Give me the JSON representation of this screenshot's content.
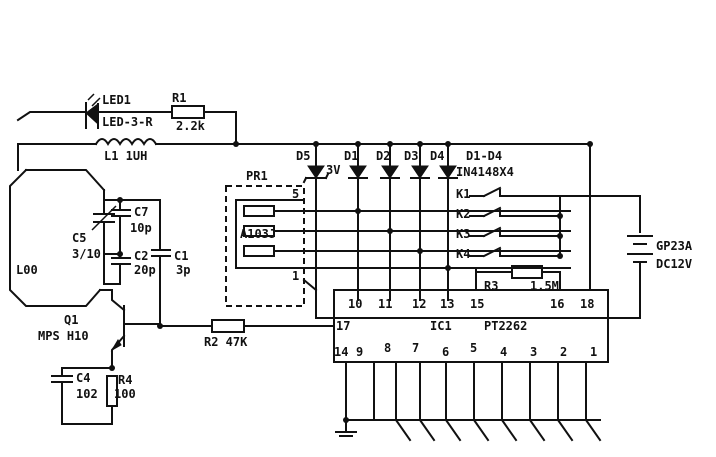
{
  "labels": {
    "led1": "LED1",
    "led3r": "LED-3-R",
    "r1": "R1",
    "r1v": "2.2k",
    "l1": "L1  1UH",
    "d5": "D5",
    "d5v": "3V",
    "d1": "D1",
    "d2": "D2",
    "d3": "D3",
    "d4": "D4",
    "d1d4": "D1-D4",
    "in4148": "IN4148X4",
    "pr1": "PR1",
    "pin5": "5",
    "pin1": "1",
    "a103j": "A103J",
    "c7": "C7",
    "c7v": "10p",
    "c5": "C5",
    "c5v": "3/10",
    "c2": "C2",
    "c2v": "20p",
    "c1": "C1",
    "c1v": "3p",
    "l00": "L00",
    "q1": "Q1",
    "mps": "MPS H10",
    "r2": "R2 47K",
    "c4": "C4",
    "c4v": "102",
    "r4": "R4",
    "r4v": "100",
    "k1": "K1",
    "k2": "K2",
    "k3": "K3",
    "k4": "K4",
    "r3": "R3",
    "r3v": "1.5M",
    "gp23a": "GP23A",
    "dc12v": "DC12V",
    "ic1": "IC1",
    "pt2262": "PT2262",
    "p10": "10",
    "p11": "11",
    "p12": "12",
    "p13": "13",
    "p15": "15",
    "p16": "16",
    "p18": "18",
    "p17": "17",
    "p14": "14",
    "p9": "9",
    "p8": "8",
    "p7": "7",
    "p6": "6",
    "p5": "5",
    "p4": "4",
    "p3": "3",
    "p2": "2",
    "p1": "1"
  }
}
